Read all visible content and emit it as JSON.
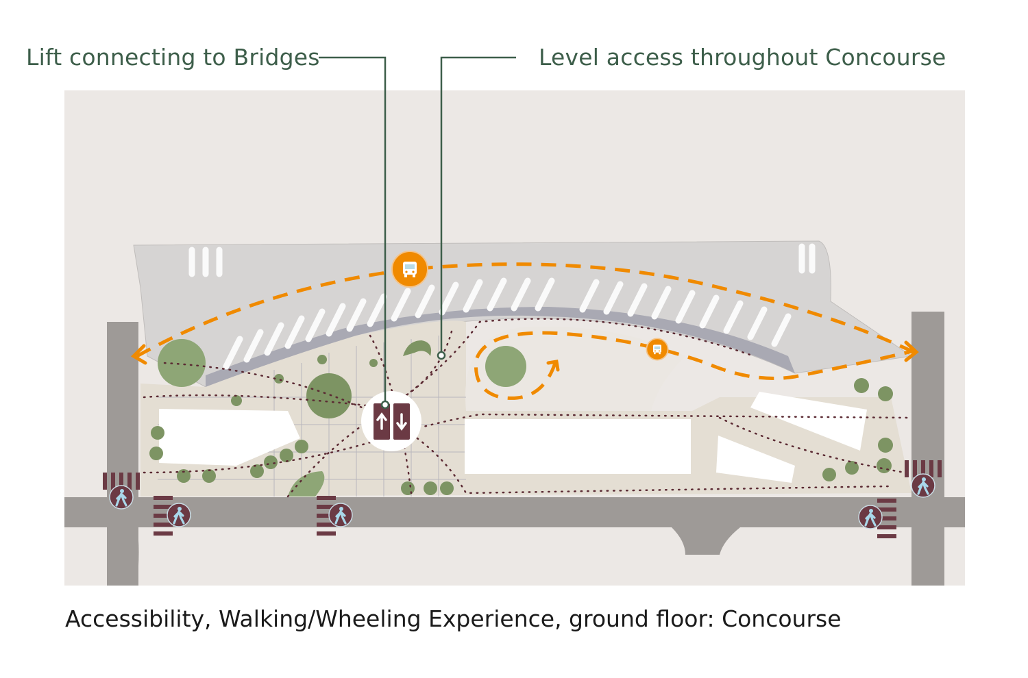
{
  "annotations": {
    "lift": "Lift connecting to Bridges",
    "level_access": "Level access throughout Concourse"
  },
  "caption": "Accessibility, Walking/Wheeling Experience, ground floor: Concourse",
  "icons": {
    "lift": "lift-up-down-icon",
    "bus": "bus-icon",
    "pedestrian": "pedestrian-crossing-icon"
  },
  "colors": {
    "annotation_green": "#3d5e4a",
    "route_orange": "#f08a00",
    "crossing_maroon": "#6b3a44",
    "pedestrian_blue": "#a9d8ea"
  }
}
